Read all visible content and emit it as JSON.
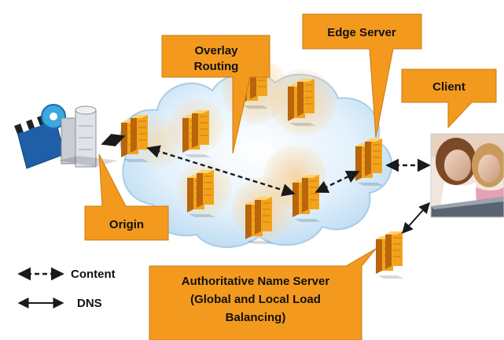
{
  "diagram": {
    "labels": {
      "edge_server": "Edge Server",
      "overlay_routing_line1": "Overlay",
      "overlay_routing_line2": "Routing",
      "client": "Client",
      "origin": "Origin",
      "authoritative_line1": "Authoritative Name Server",
      "authoritative_line2": "(Global and Local Load",
      "authoritative_line3": "Balancing)"
    },
    "legend": {
      "content": "Content",
      "dns": "DNS"
    },
    "colors": {
      "callout_fill": "#f39a1e",
      "callout_stroke": "#c97a10",
      "server_front": "#f3a31b",
      "server_side": "#c06d0c",
      "server_top": "#ffd36b",
      "cloud_fill": "#dceefa",
      "cloud_stroke": "#9cc7e6",
      "halo": "#f7d9a8",
      "arrow": "#1a1a1a"
    },
    "icons": [
      "origin-server-icon",
      "server-rack-icon",
      "client-photo",
      "cloud-icon"
    ]
  }
}
